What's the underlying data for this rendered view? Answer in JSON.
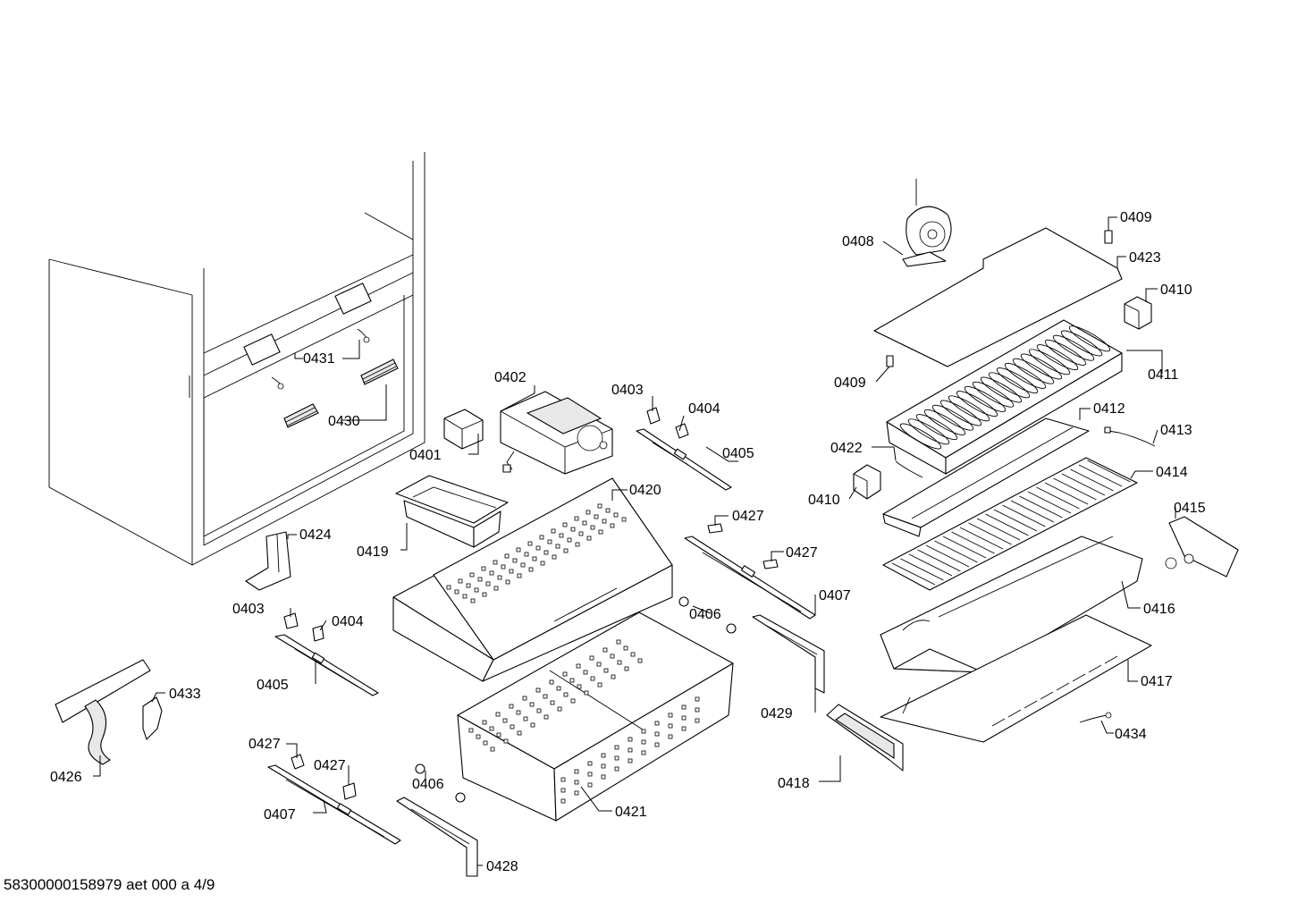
{
  "footer": "58300000158979 aet 000 a 4/9",
  "callouts": {
    "c0401": "0401",
    "c0402": "0402",
    "c0403a": "0403",
    "c0403b": "0403",
    "c0404a": "0404",
    "c0404b": "0404",
    "c0405a": "0405",
    "c0405b": "0405",
    "c0406a": "0406",
    "c0406b": "0406",
    "c0407a": "0407",
    "c0407b": "0407",
    "c0408": "0408",
    "c0409a": "0409",
    "c0409b": "0409",
    "c0410a": "0410",
    "c0410b": "0410",
    "c0411": "0411",
    "c0412": "0412",
    "c0413": "0413",
    "c0414": "0414",
    "c0415": "0415",
    "c0416": "0416",
    "c0417": "0417",
    "c0418": "0418",
    "c0419": "0419",
    "c0420": "0420",
    "c0421": "0421",
    "c0422": "0422",
    "c0423": "0423",
    "c0424": "0424",
    "c0426": "0426",
    "c0427a": "0427",
    "c0427b": "0427",
    "c0427c": "0427",
    "c0427d": "0427",
    "c0428": "0428",
    "c0429": "0429",
    "c0430": "0430",
    "c0431": "0431",
    "c0433": "0433",
    "c0434": "0434"
  }
}
